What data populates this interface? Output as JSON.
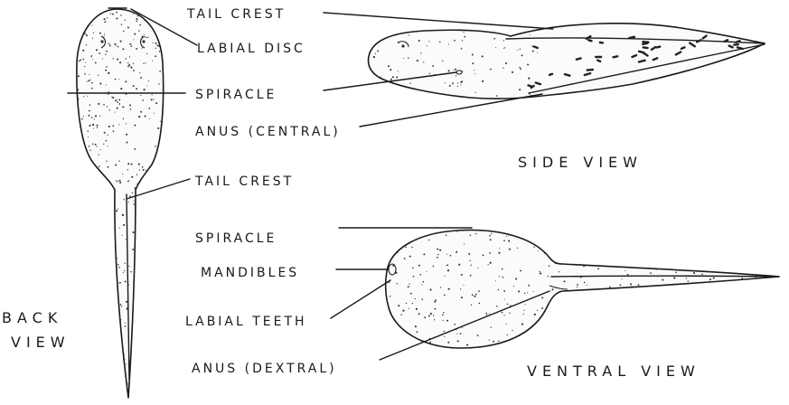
{
  "labels": {
    "tail_crest_top": "TAIL CREST",
    "labial_disc": "LABIAL DISC",
    "spiracle_back": "SPIRACLE",
    "anus_central": "ANUS (CENTRAL)",
    "tail_crest_back": "TAIL CREST",
    "spiracle_ventral": "SPIRACLE",
    "mandibles": "MANDIBLES",
    "labial_teeth": "LABIAL TEETH",
    "anus_dextral": "ANUS (DEXTRAL)"
  },
  "views": {
    "side": "SIDE  VIEW",
    "back_line1": "BACK",
    "back_line2": "VIEW",
    "ventral": "VENTRAL  VIEW"
  }
}
